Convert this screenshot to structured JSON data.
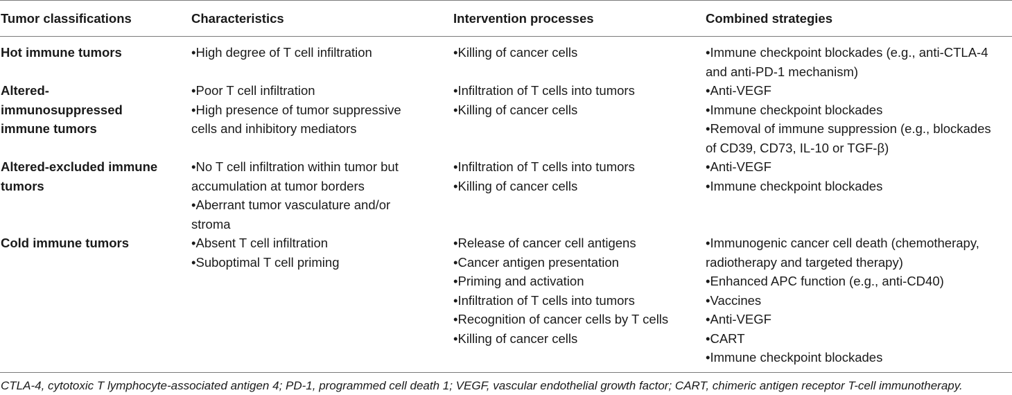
{
  "table": {
    "headers": [
      "Tumor classifications",
      "Characteristics",
      "Intervention processes",
      "Combined strategies"
    ],
    "rows": [
      {
        "classification": "Hot immune tumors",
        "characteristics": [
          "•High degree of T cell infiltration"
        ],
        "interventions": [
          "•Killing of cancer cells"
        ],
        "strategies": [
          "•Immune checkpoint blockades (e.g., anti-CTLA-4",
          "and anti-PD-1 mechanism)"
        ]
      },
      {
        "classification": "Altered-immunosuppressed immune tumors",
        "classification_lines": [
          "Altered-",
          "immunosuppressed",
          "immune tumors"
        ],
        "characteristics": [
          "•Poor T cell infiltration",
          "•High presence of tumor suppressive",
          "cells and inhibitory mediators"
        ],
        "interventions": [
          "•Infiltration of T cells into tumors",
          "•Killing of cancer cells"
        ],
        "strategies": [
          "•Anti-VEGF",
          "•Immune checkpoint blockades",
          "•Removal of immune suppression (e.g., blockades",
          "of CD39, CD73, IL-10 or TGF-β)"
        ]
      },
      {
        "classification": "Altered-excluded immune tumors",
        "classification_lines": [
          "Altered-excluded immune",
          "tumors"
        ],
        "characteristics": [
          "•No T cell infiltration within tumor but",
          "accumulation at tumor borders",
          "•Aberrant tumor vasculature and/or",
          "stroma"
        ],
        "interventions": [
          "•Infiltration of T cells into tumors",
          "•Killing of cancer cells"
        ],
        "strategies": [
          "•Anti-VEGF",
          "•Immune checkpoint blockades"
        ]
      },
      {
        "classification": "Cold immune tumors",
        "characteristics": [
          "•Absent T cell infiltration",
          "•Suboptimal T cell priming"
        ],
        "interventions": [
          "•Release of cancer cell antigens",
          "•Cancer antigen presentation",
          "•Priming and activation",
          "•Infiltration of T cells into tumors",
          "•Recognition of cancer cells by T cells",
          "•Killing of cancer cells"
        ],
        "strategies": [
          "•Immunogenic cancer cell death (chemotherapy,",
          "radiotherapy and targeted therapy)",
          "•Enhanced APC function (e.g., anti-CD40)",
          "•Vaccines",
          "•Anti-VEGF",
          "•CART",
          "•Immune checkpoint blockades"
        ]
      }
    ],
    "footnote": "CTLA-4, cytotoxic T lymphocyte-associated antigen 4; PD-1, programmed cell death 1; VEGF, vascular endothelial growth factor; CART, chimeric antigen receptor T-cell immunotherapy."
  }
}
